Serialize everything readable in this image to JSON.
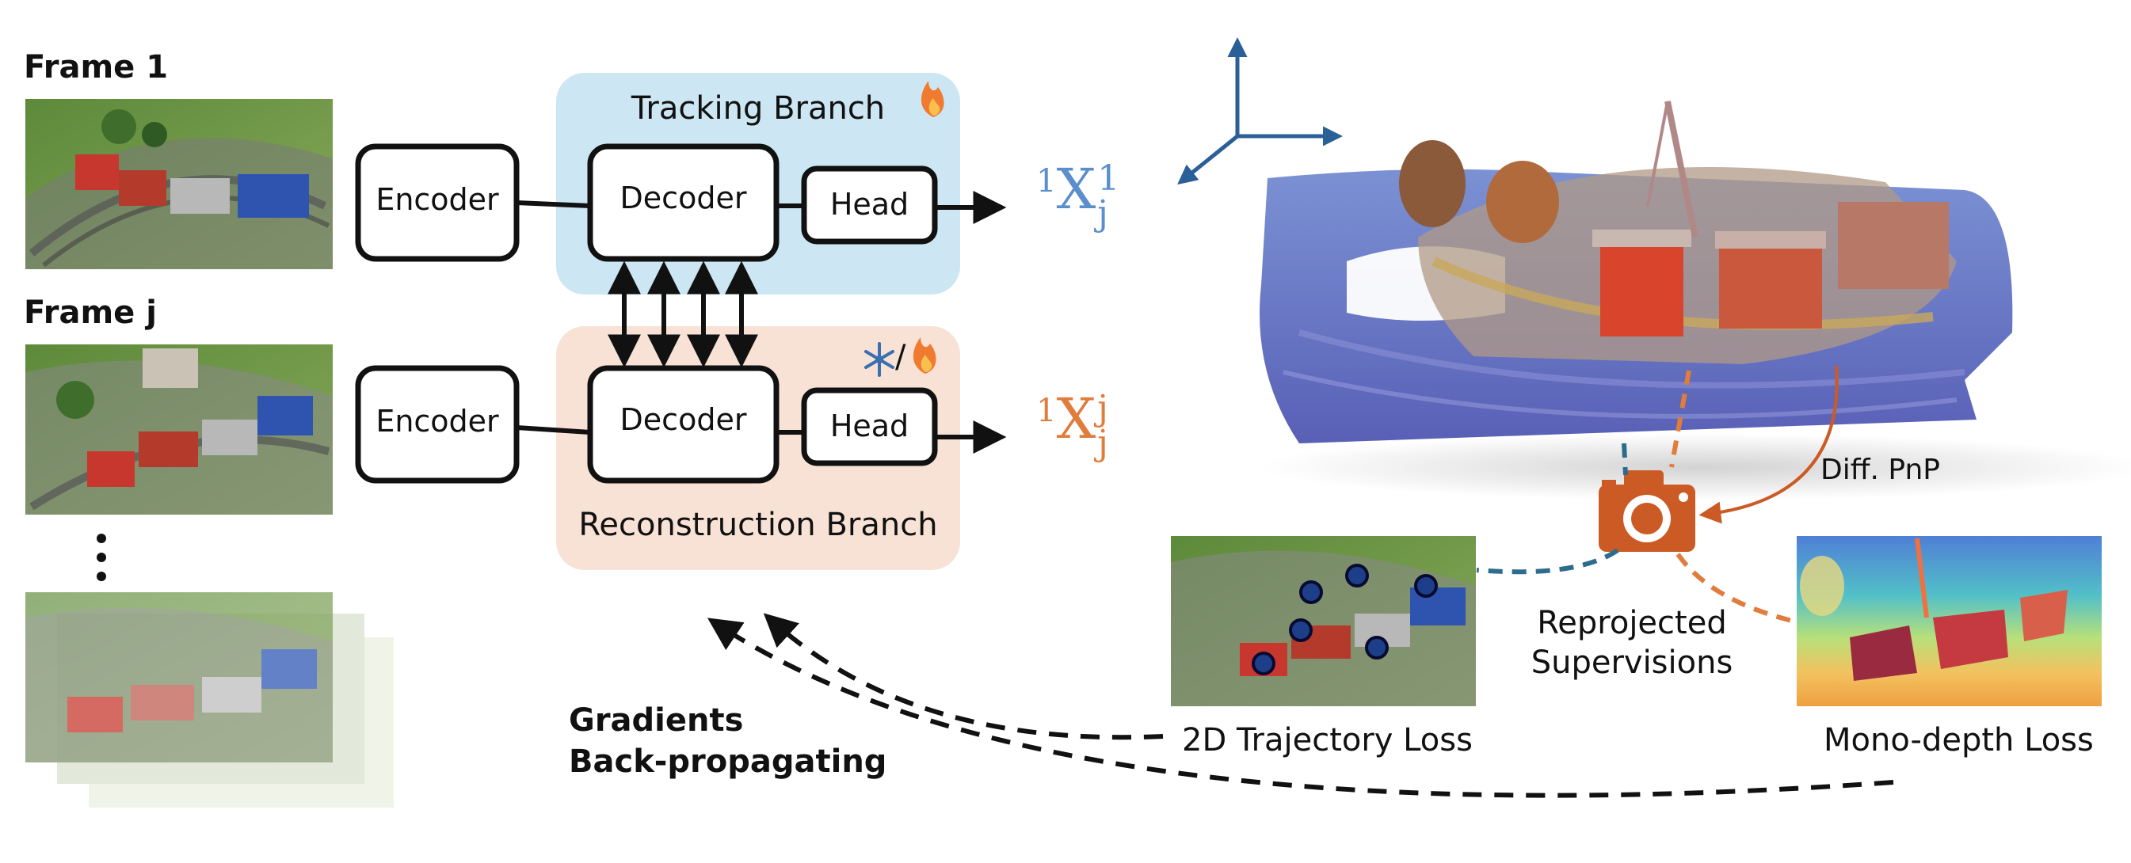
{
  "frames": {
    "frame1_label": "Frame 1",
    "framej_label": "Frame j"
  },
  "modules": {
    "encoder": "Encoder",
    "decoder": "Decoder",
    "head": "Head"
  },
  "branches": {
    "tracking": "Tracking Branch",
    "reconstruction": "Reconstruction Branch",
    "slash": "/"
  },
  "outputs": {
    "track": {
      "pre": "1",
      "main": "X",
      "sup": "1",
      "sub": "j"
    },
    "recon": {
      "pre": "1",
      "main": "X",
      "sup": "j",
      "sub": "j"
    }
  },
  "supervision": {
    "diff_pnp": "Diff. PnP",
    "reprojected_line1": "Reprojected",
    "reprojected_line2": "Supervisions",
    "traj_loss": "2D Trajectory Loss",
    "depth_loss": "Mono-depth Loss"
  },
  "gradients": {
    "line1": "Gradients",
    "line2": "Back-propagating"
  },
  "colors": {
    "tracking_bg": "#cde6f3",
    "recon_bg": "#f8e2d6",
    "blue_text": "#5b8fcc",
    "orange_text": "#e07c3c",
    "axis_blue": "#2b5f97",
    "camera_orange": "#cc5a25",
    "dash_blue": "#2d6c8c",
    "dash_orange": "#e07c3c"
  }
}
